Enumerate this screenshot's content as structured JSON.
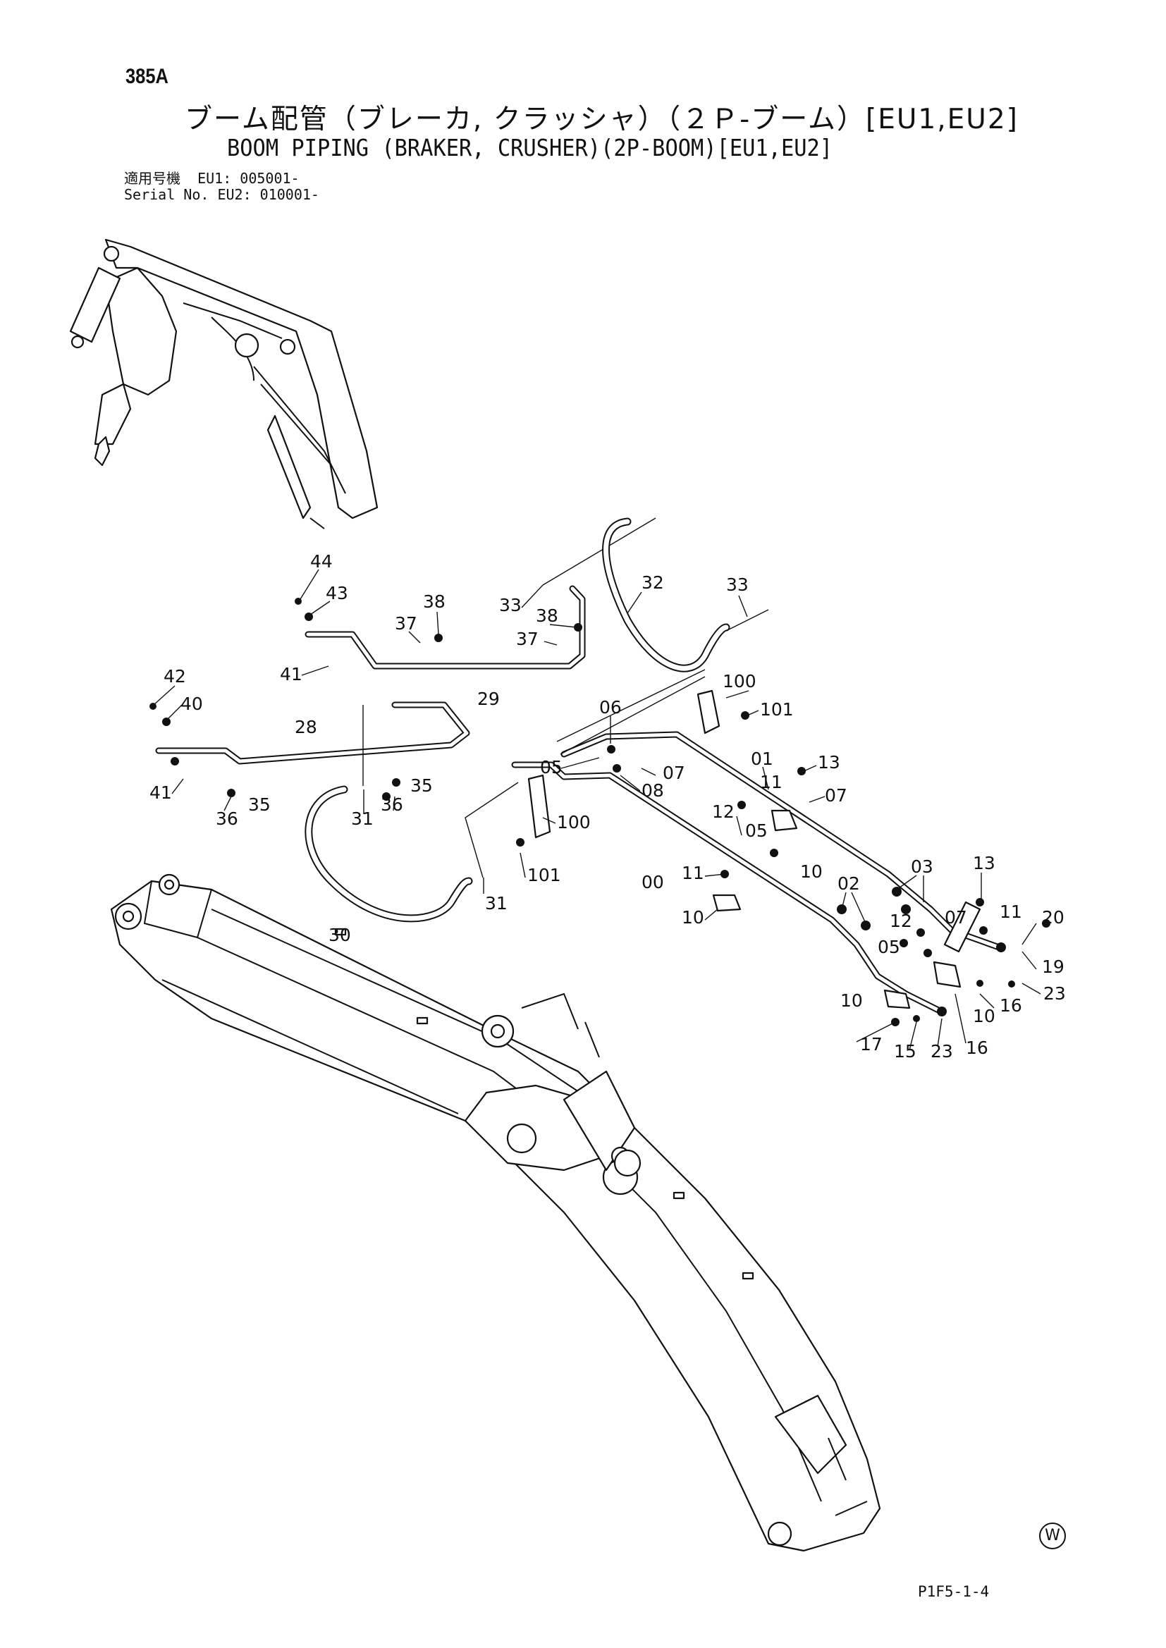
{
  "page_number": "385A",
  "title_jp": "ブーム配管（ブレーカ, クラッシャ）（２Ｐ-ブーム）[EU1,EU2]",
  "title_en": "BOOM PIPING (BRAKER, CRUSHER)(2P-BOOM)[EU1,EU2]",
  "serial_info": {
    "label_jp": "適用号機",
    "label_en": "Serial No.",
    "eu1": "EU1: 005001-",
    "eu2": "EU2: 010001-"
  },
  "callouts": [
    "44",
    "43",
    "38",
    "37",
    "38",
    "37",
    "33",
    "33",
    "32",
    "29",
    "41",
    "42",
    "40",
    "28",
    "41",
    "35",
    "36",
    "35",
    "36",
    "31",
    "31",
    "30",
    "100",
    "101",
    "06",
    "05",
    "07",
    "08",
    "100",
    "101",
    "00",
    "01",
    "11",
    "13",
    "07",
    "12",
    "05",
    "10",
    "11",
    "10",
    "03",
    "02",
    "13",
    "07",
    "11",
    "20",
    "12",
    "05",
    "19",
    "23",
    "16",
    "10",
    "10",
    "17",
    "15",
    "23",
    "16"
  ],
  "watermark_symbol": "W",
  "drawing_code": "P1F5-1-4"
}
